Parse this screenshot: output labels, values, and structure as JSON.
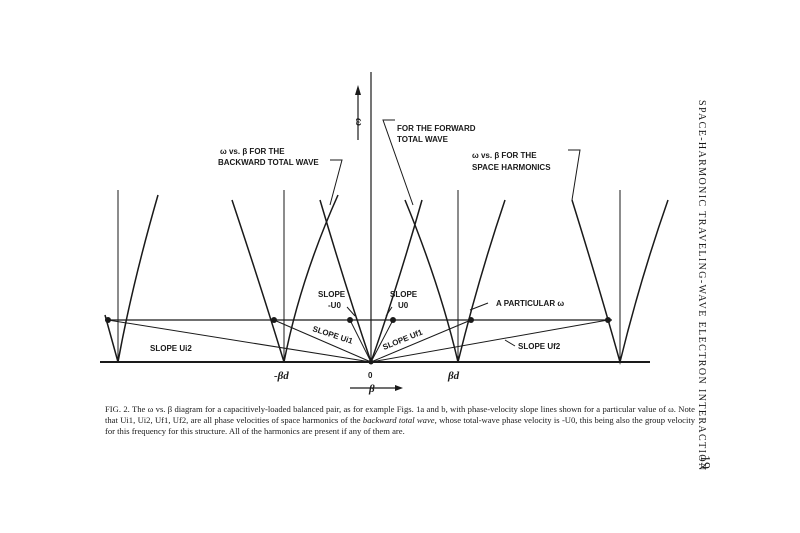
{
  "running_head": "SPACE-HARMONIC TRAVELING-WAVE ELECTRON INTERACTION",
  "page_number": "19",
  "figure": {
    "omega_axis_label": "ω",
    "beta_axis_label": "β",
    "origin_label": "0",
    "neg_beta_d_label": "-βd",
    "pos_beta_d_label": "βd",
    "backward_wave_label_1": "ω vs. β FOR THE",
    "backward_wave_label_2": "BACKWARD TOTAL WAVE",
    "forward_wave_label_1": "FOR THE FORWARD",
    "forward_wave_label_2": "TOTAL WAVE",
    "space_harmonics_label_1": "ω vs. β FOR THE",
    "space_harmonics_label_2": "SPACE HARMONICS",
    "particular_omega_label": "A PARTICULAR ω",
    "slope_left_1": "SLOPE",
    "slope_left_2": "-U0",
    "slope_right_1": "SLOPE",
    "slope_right_2": "U0",
    "slope_ui1": "SLOPE Ui1",
    "slope_uf1": "SLOPE Uf1",
    "slope_ui2": "SLOPE Ui2",
    "slope_uf2": "SLOPE Uf2"
  },
  "caption": {
    "fig_label": "FIG. 2.",
    "text_1": "The ω vs. β diagram for a capacitively-loaded balanced pair, as for example Figs. 1a and b, with phase-velocity slope lines shown for a particular value of ω. Note that Ui1, Ui2, Uf1, Uf2, are all phase velocities of space harmonics of the",
    "emph_1": "backward total wave,",
    "text_2": "whose total-wave phase velocity is -U0, this being also the group velocity for this frequency for this structure. All of the harmonics are present if any of them are."
  }
}
